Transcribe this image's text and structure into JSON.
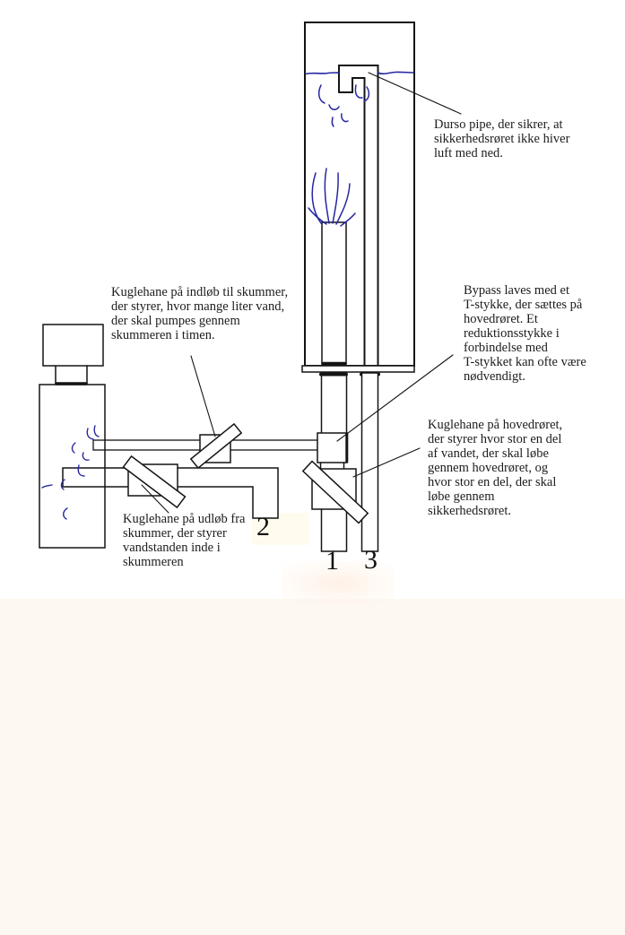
{
  "colors": {
    "ink": "#141414",
    "water": "#2626a2",
    "text": "#1c1c1c",
    "background_lower": "#fdf8f1"
  },
  "diagram": {
    "annotations": {
      "durso": "Durso pipe, der sikrer, at\nsikkerhedsrøret ikke hiver\nluft med ned.",
      "skimmer_inlet_valve": "Kuglehane på indløb til skummer,\nder styrer, hvor mange liter vand,\nder skal pumpes gennem\nskummeren i timen.",
      "bypass": "Bypass laves med et\nT-stykke, der sættes på\nhovedrøret. Et\nreduktionsstykke i\nforbindelse med\nT-stykket kan ofte være\nnødvendigt.",
      "main_pipe_valve": "Kuglehane på hovedrøret,\nder styrer hvor stor en del\naf vandet, der skal løbe\ngennem hovedrøret, og\nhvor stor en del, der skal\nløbe gennem\nsikkerhedsrøret.",
      "skimmer_outlet_valve": "Kuglehane på udløb fra\nskummer, der styrer\nvandstanden inde i\nskummeren"
    },
    "pipe_labels": {
      "main_pipe": "1",
      "skimmer_outlet_pipe": "2",
      "safety_pipe": "3"
    }
  }
}
